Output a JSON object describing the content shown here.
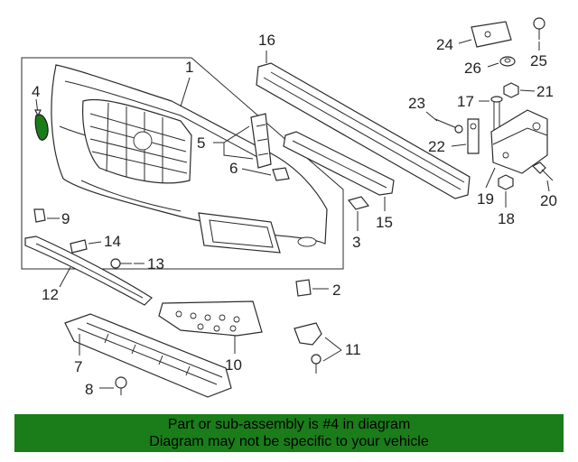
{
  "callouts": {
    "c1": "1",
    "c2": "2",
    "c3": "3",
    "c4": "4",
    "c5": "5",
    "c6": "6",
    "c7": "7",
    "c8": "8",
    "c9": "9",
    "c10": "10",
    "c11": "11",
    "c12": "12",
    "c13": "13",
    "c14": "14",
    "c15": "15",
    "c16": "16",
    "c17": "17",
    "c18": "18",
    "c19": "19",
    "c20": "20",
    "c21": "21",
    "c22": "22",
    "c23": "23",
    "c24": "24",
    "c25": "25",
    "c26": "26"
  },
  "highlight": {
    "part": "4",
    "color": "#1a7d1a"
  },
  "banner": {
    "line1": "Part or sub-assembly is #4 in diagram",
    "line2": "Diagram may not be specific to your vehicle",
    "background": "#1a7d1a"
  }
}
